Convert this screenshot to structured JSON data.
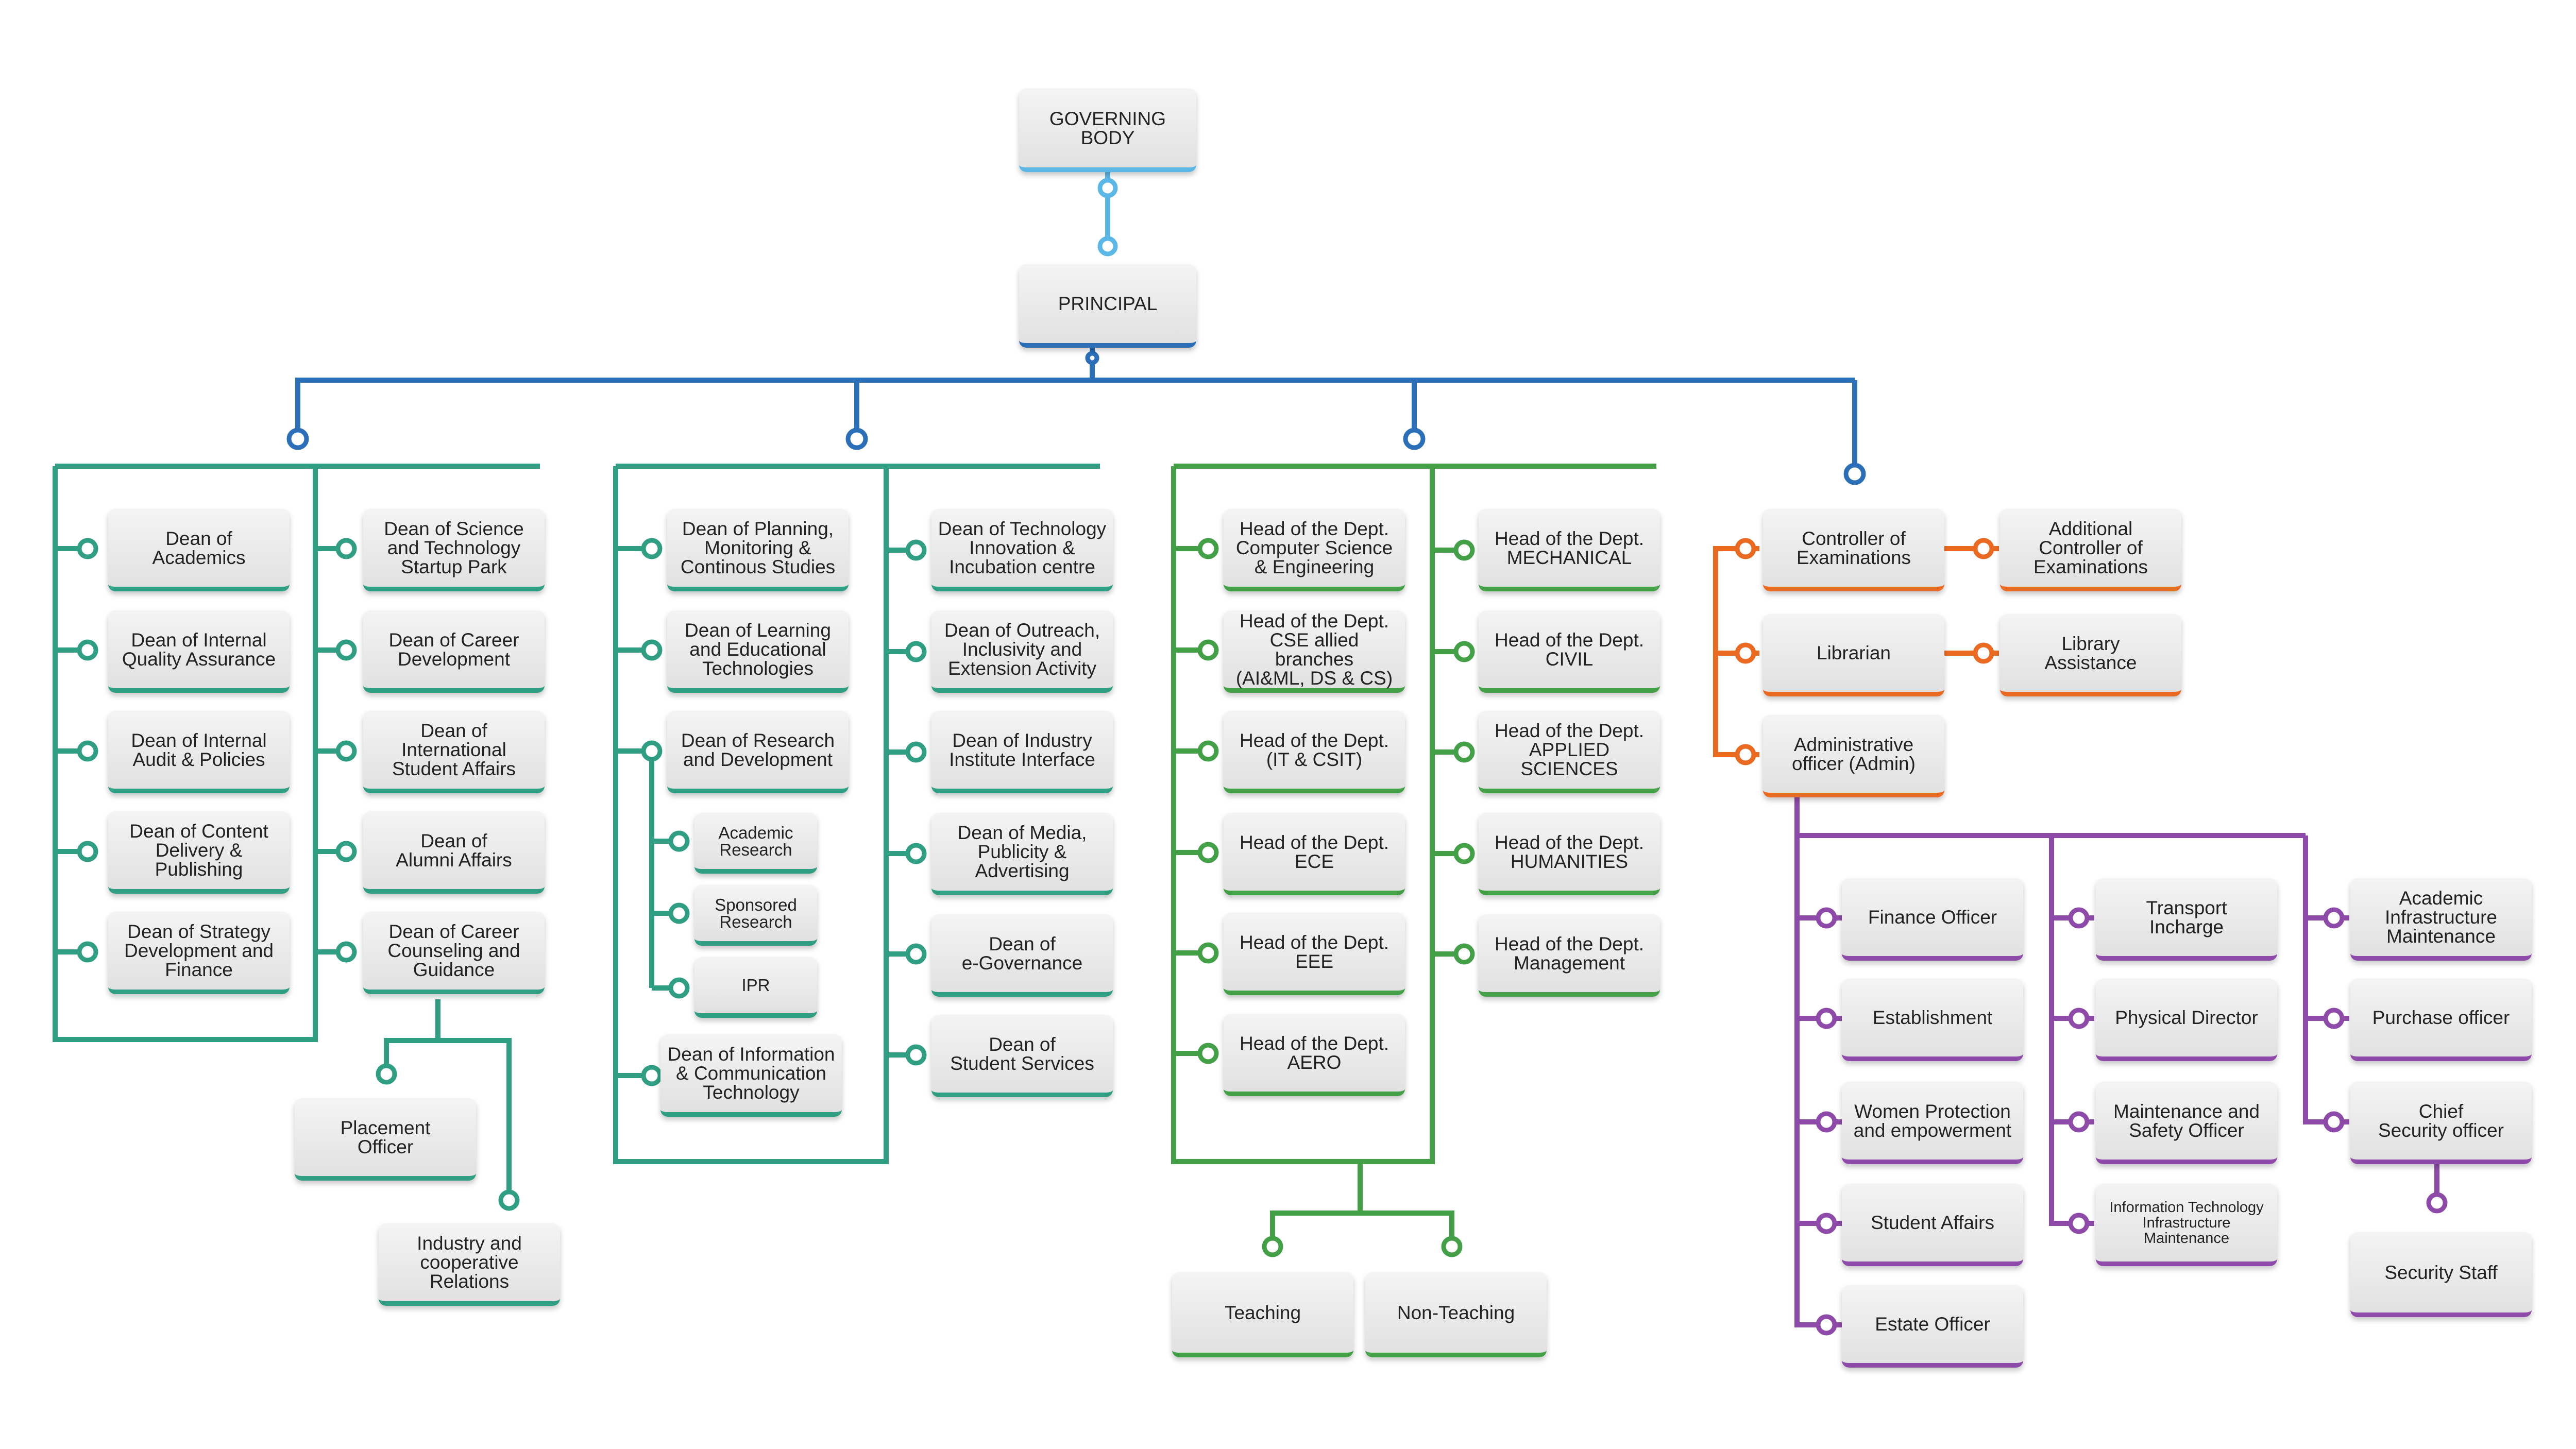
{
  "colors": {
    "blue": "#2a6fb8",
    "light_blue": "#5bb8e6",
    "teal": "#2f9e83",
    "green": "#43a047",
    "orange": "#ea6a22",
    "purple": "#8e4aa8"
  },
  "nodes": {
    "governing_body": "GOVERNING\nBODY",
    "principal": "PRINCIPAL",
    "dean_academics": "Dean of\nAcademics",
    "dean_iqa": "Dean of Internal\nQuality Assurance",
    "dean_audit": "Dean of Internal\nAudit & Policies",
    "dean_content": "Dean of Content\nDelivery &\nPublishing",
    "dean_strategy": "Dean of Strategy\nDevelopment and\nFinance",
    "dean_startup": "Dean of Science\nand Technology\nStartup Park",
    "dean_career_dev": "Dean of Career\nDevelopment",
    "dean_international": "Dean of\nInternational\nStudent Affairs",
    "dean_alumni": "Dean of\nAlumni Affairs",
    "dean_counseling": "Dean of Career\nCounseling and\nGuidance",
    "placement_officer": "Placement\nOfficer",
    "industry_relations": "Industry and\ncooperative\nRelations",
    "dean_planning": "Dean of Planning,\nMonitoring &\nContinous Studies",
    "dean_learning": "Dean of Learning\nand Educational\nTechnologies",
    "dean_research": "Dean of Research\nand Development",
    "academic_research": "Academic\nResearch",
    "sponsored_research": "Sponsored\nResearch",
    "ipr": "IPR",
    "dean_ict": "Dean of Information\n& Communication\nTechnology",
    "dean_innovation": "Dean of Technology\nInnovation &\nIncubation centre",
    "dean_outreach": "Dean of Outreach,\nInclusivity and\nExtension Activity",
    "dean_industry": "Dean of Industry\nInstitute Interface",
    "dean_media": "Dean of Media,\nPublicity &\nAdvertising",
    "dean_egov": "Dean of\ne-Governance",
    "dean_student_services": "Dean of\nStudent Services",
    "hod_cse": "Head of the Dept.\nComputer Science\n& Engineering",
    "hod_cse_allied": "Head of the Dept.\nCSE allied branches\n(AI&ML, DS & CS)",
    "hod_it": "Head of the Dept.\n(IT & CSIT)",
    "hod_ece": "Head of the Dept.\nECE",
    "hod_eee": "Head of the Dept.\nEEE",
    "hod_aero": "Head of the Dept.\nAERO",
    "hod_mech": "Head of the Dept.\nMECHANICAL",
    "hod_civil": "Head of the Dept.\nCIVIL",
    "hod_applied": "Head of the Dept.\nAPPLIED SCIENCES",
    "hod_humanities": "Head of the Dept.\nHUMANITIES",
    "hod_management": "Head of the Dept.\nManagement",
    "teaching": "Teaching",
    "non_teaching": "Non-Teaching",
    "controller_exams": "Controller of\nExaminations",
    "add_controller": "Additional\nController of\nExaminations",
    "librarian": "Librarian",
    "library_assistance": "Library\nAssistance",
    "admin_officer": "Administrative\nofficer (Admin)",
    "finance_officer": "Finance Officer",
    "establishment": "Establishment",
    "women_protection": "Women Protection\nand empowerment",
    "student_affairs": "Student Affairs",
    "estate_officer": "Estate Officer",
    "transport": "Transport\nIncharge",
    "physical_director": "Physical Director",
    "maintenance_safety": "Maintenance and\nSafety Officer",
    "it_infra": "Information Technology\nInfrastructure\nMaintenance",
    "academic_infra": "Academic\nInfrastructure\nMaintenance",
    "purchase_officer": "Purchase officer",
    "chief_security": "Chief\nSecurity officer",
    "security_staff": "Security Staff"
  }
}
